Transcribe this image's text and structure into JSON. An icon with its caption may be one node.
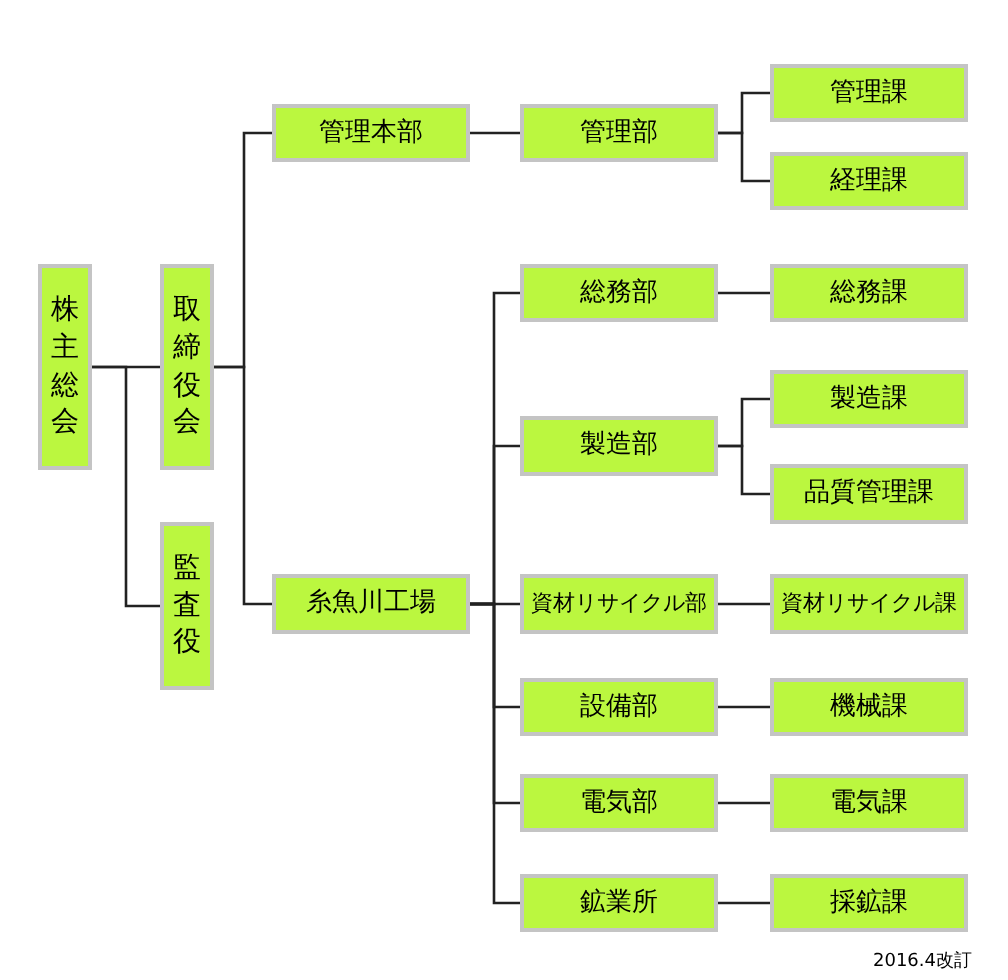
{
  "diagram": {
    "nodes": [
      {
        "text": [
          "株主総会"
        ]
      },
      {
        "text": [
          "取締役会"
        ]
      },
      {
        "text": [
          "監査役"
        ]
      },
      {
        "text": [
          "管理本部"
        ]
      },
      {
        "text": [
          "糸魚川工場"
        ]
      },
      {
        "text": [
          "管理部"
        ]
      },
      {
        "text": [
          "管理課"
        ]
      },
      {
        "text": [
          "経理課"
        ]
      },
      {
        "text": [
          "総務部"
        ]
      },
      {
        "text": [
          "総務課"
        ]
      },
      {
        "text": [
          "製造部"
        ]
      },
      {
        "text": [
          "製造課"
        ]
      },
      {
        "text": [
          "品質管理課"
        ]
      },
      {
        "text": [
          "資材リサイクル部"
        ]
      },
      {
        "text": [
          "資材リサイクル課"
        ]
      },
      {
        "text": [
          "設備部"
        ]
      },
      {
        "text": [
          "機械課"
        ]
      },
      {
        "text": [
          "電気部"
        ]
      },
      {
        "text": [
          "電気課"
        ]
      },
      {
        "text": [
          "鉱業所"
        ]
      },
      {
        "text": [
          "採鉱課"
        ]
      }
    ],
    "edges": [
      {
        "from": 0,
        "to": 1,
        "arrow": "none"
      },
      {
        "from": 0,
        "to": 2,
        "arrow": "none"
      },
      {
        "from": 1,
        "to": 3,
        "arrow": "none"
      },
      {
        "from": 1,
        "to": 4,
        "arrow": "none"
      },
      {
        "from": 3,
        "to": 5,
        "arrow": "none"
      },
      {
        "from": 5,
        "to": 6,
        "arrow": "none"
      },
      {
        "from": 5,
        "to": 7,
        "arrow": "none"
      },
      {
        "from": 4,
        "to": 8,
        "arrow": "none"
      },
      {
        "from": 4,
        "to": 10,
        "arrow": "none"
      },
      {
        "from": 4,
        "to": 13,
        "arrow": "none"
      },
      {
        "from": 4,
        "to": 15,
        "arrow": "none"
      },
      {
        "from": 4,
        "to": 17,
        "arrow": "none"
      },
      {
        "from": 4,
        "to": 19,
        "arrow": "none"
      },
      {
        "from": 8,
        "to": 9,
        "arrow": "none"
      },
      {
        "from": 10,
        "to": 11,
        "arrow": "none"
      },
      {
        "from": 10,
        "to": 12,
        "arrow": "none"
      },
      {
        "from": 13,
        "to": 14,
        "arrow": "none"
      },
      {
        "from": 15,
        "to": 16,
        "arrow": "none"
      },
      {
        "from": 17,
        "to": 18,
        "arrow": "none"
      },
      {
        "from": 19,
        "to": 20,
        "arrow": "none"
      }
    ],
    "labels": [
      "2016.4改訂"
    ]
  }
}
